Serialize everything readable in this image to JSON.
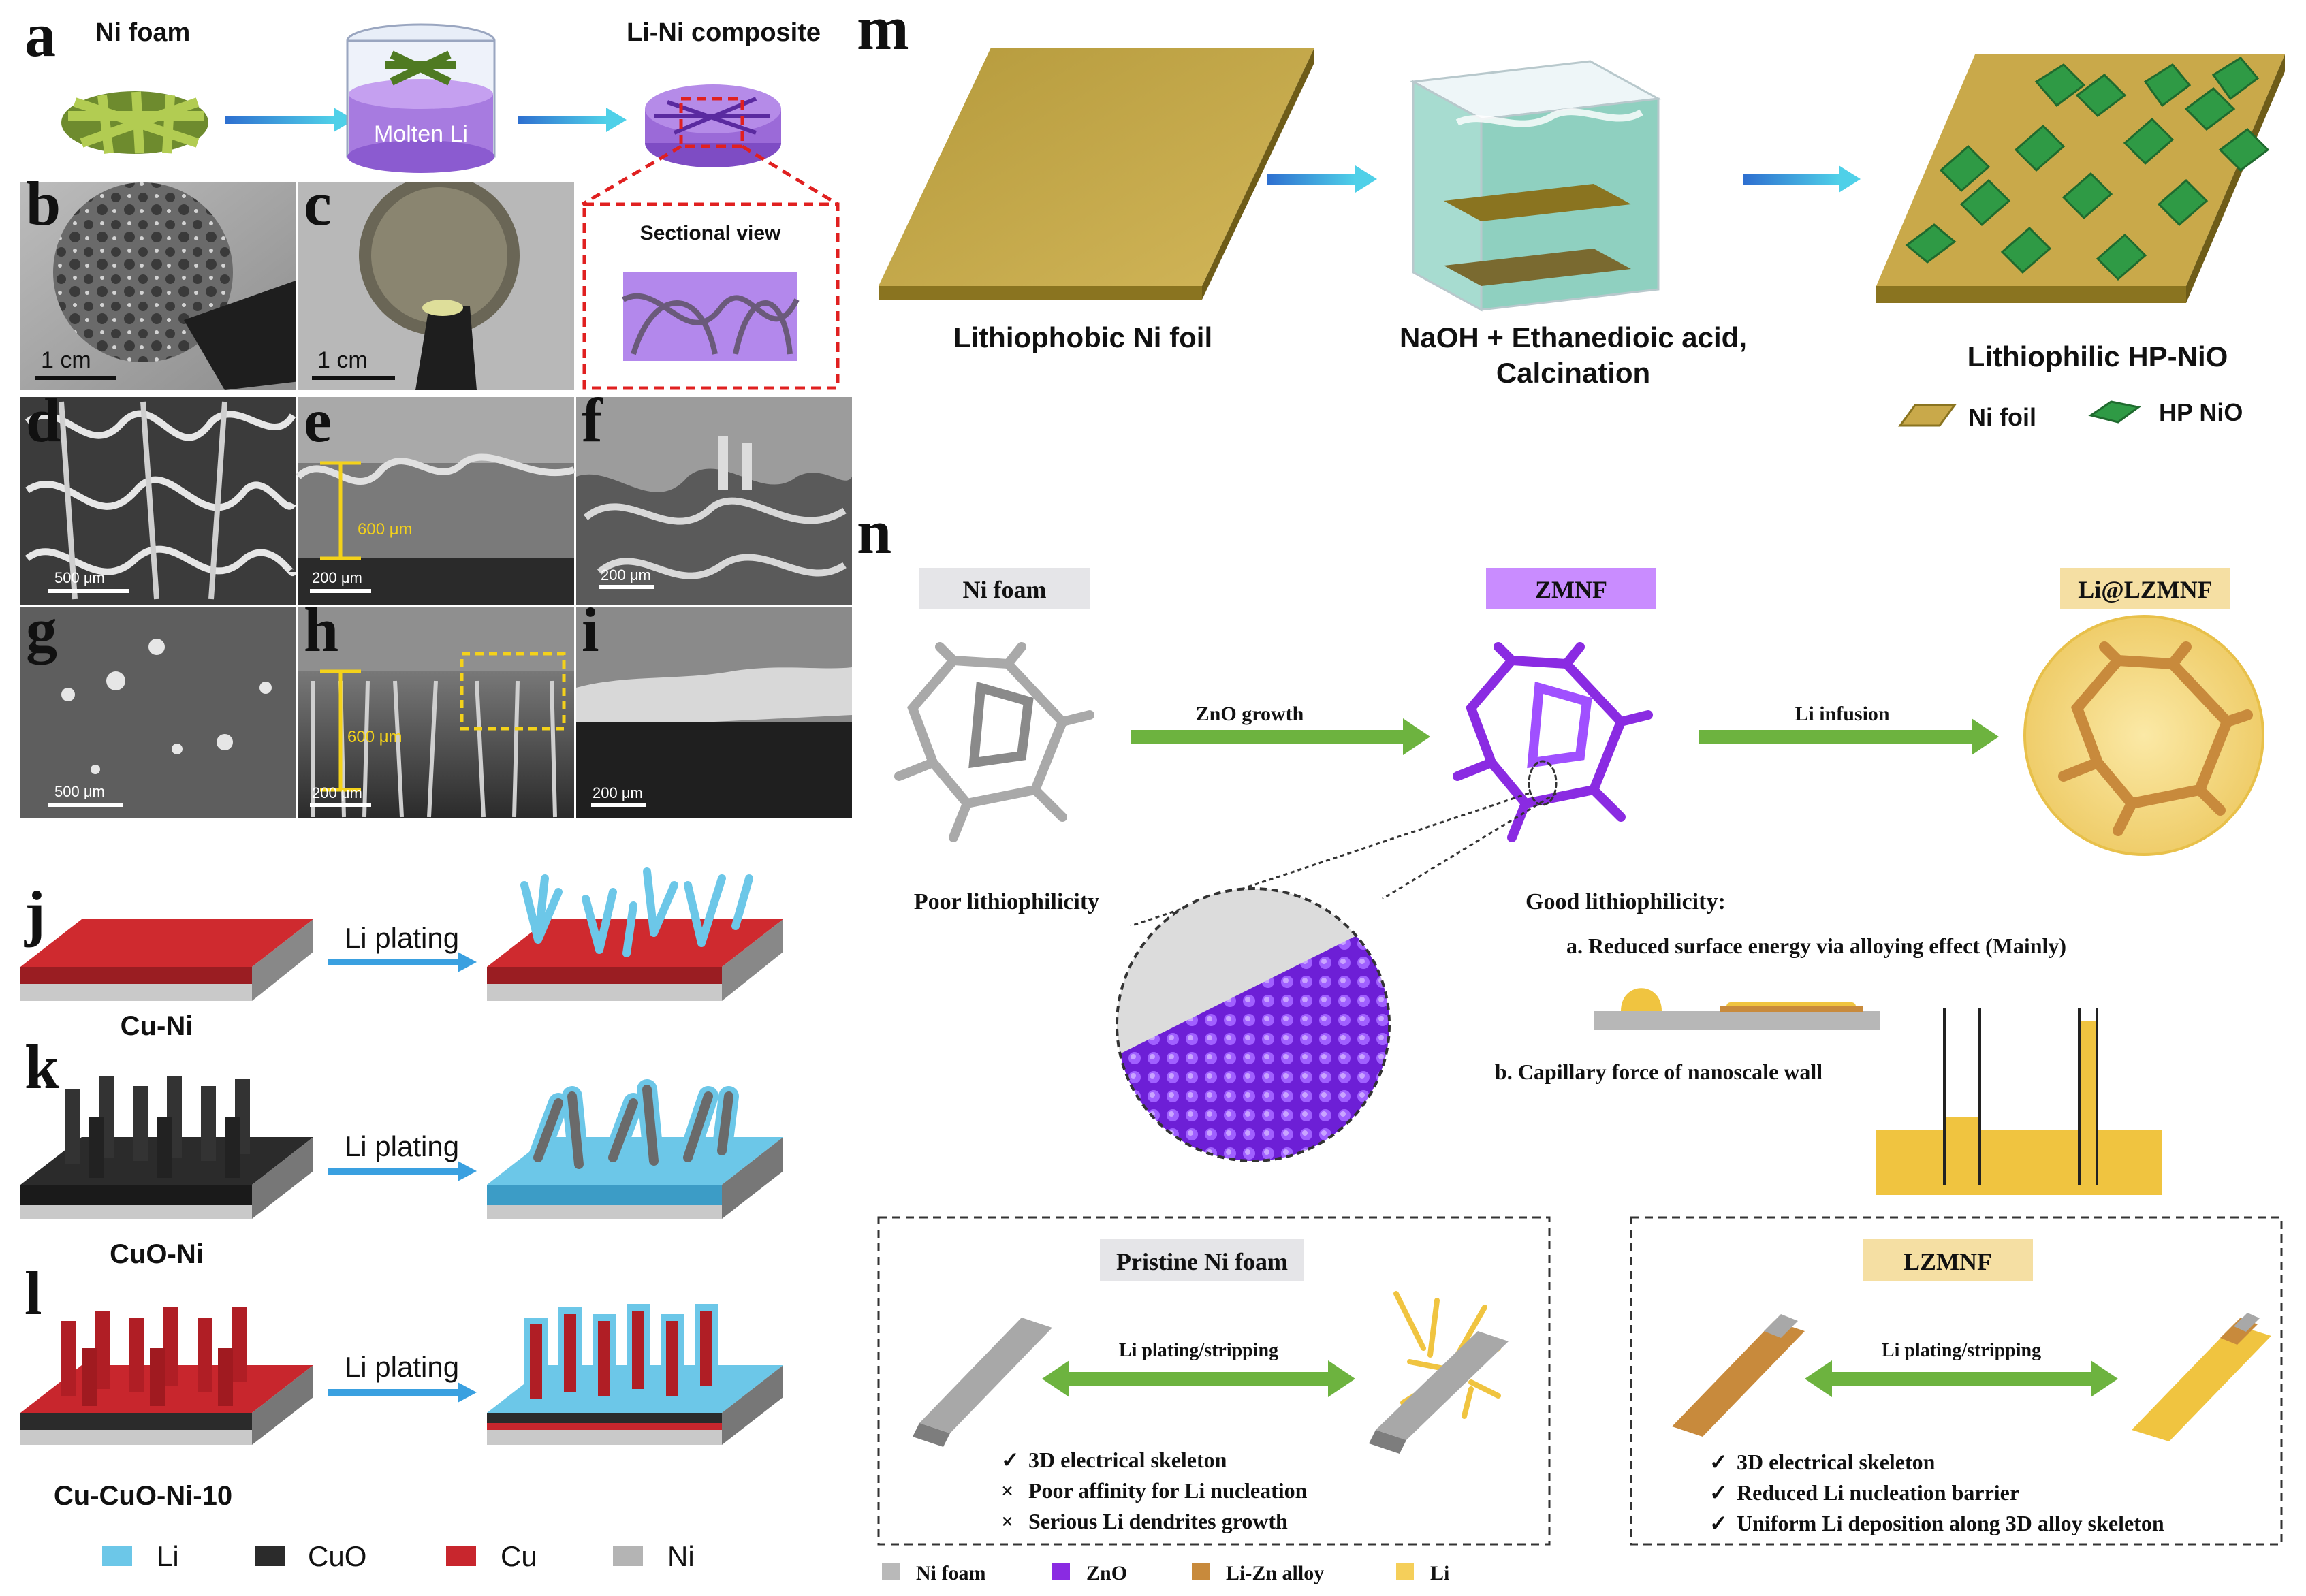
{
  "panels": {
    "a": "a",
    "b": "b",
    "c": "c",
    "d": "d",
    "e": "e",
    "f": "f",
    "g": "g",
    "h": "h",
    "i": "i",
    "j": "j",
    "k": "k",
    "l": "l",
    "m": "m",
    "n": "n"
  },
  "a_schematic": {
    "ni_foam": "Ni foam",
    "molten_li": "Molten Li",
    "composite": "Li-Ni  composite",
    "sectional_view": "Sectional view"
  },
  "photos": {
    "scale_b": "1 cm",
    "scale_c": "1 cm"
  },
  "sem": {
    "d_scale": "500 μm",
    "e_scale": "200 μm",
    "e_thickness": "600 μm",
    "f_scale": "200 μm",
    "g_scale": "500 μm",
    "h_scale": "200 μm",
    "h_thickness": "600 μm",
    "i_scale": "200 μm"
  },
  "jkl": {
    "plating": "Li plating",
    "j_label": "Cu-Ni",
    "k_label": "CuO-Ni",
    "l_label": "Cu-CuO-Ni-10",
    "legend": [
      {
        "label": "Li",
        "color": "#6cc7e8"
      },
      {
        "label": "CuO",
        "color": "#2b2b2b"
      },
      {
        "label": "Cu",
        "color": "#c8262d"
      },
      {
        "label": "Ni",
        "color": "#b4b4b4"
      }
    ]
  },
  "m_panel": {
    "step1": "Lithiophobic Ni foil",
    "step2_line1": "NaOH + Ethanedioic acid,",
    "step2_line2": "Calcination",
    "step3": "Lithiophilic HP-NiO",
    "legend_ni": "Ni foil",
    "legend_hp": "HP NiO",
    "ni_color": "#c9a94a",
    "hp_color": "#2f9a45"
  },
  "n_panel": {
    "ni_foam": "Ni foam",
    "zmnf": "ZMNF",
    "li_lzmnf": "Li@LZMNF",
    "zno_growth": "ZnO growth",
    "li_infusion": "Li infusion",
    "poor": "Poor lithiophilicity",
    "good": "Good lithiophilicity:",
    "reason_a": "a. Reduced surface energy via alloying effect (Mainly)",
    "reason_b": "b. Capillary force of nanoscale wall",
    "pristine_title": "Pristine Ni foam",
    "lzmnf_title": "LZMNF",
    "plating_stripping": "Li plating/stripping",
    "pristine_points": [
      {
        "mark": "✓",
        "text": "3D electrical skeleton",
        "color": "#111111"
      },
      {
        "mark": "×",
        "text": "Poor affinity for Li nucleation",
        "color": "#e02020"
      },
      {
        "mark": "×",
        "text": "Serious Li dendrites growth",
        "color": "#e02020"
      }
    ],
    "lzmnf_points": [
      {
        "mark": "✓",
        "text": "3D electrical skeleton",
        "color": "#111111"
      },
      {
        "mark": "✓",
        "text": "Reduced Li nucleation barrier",
        "color": "#3a9b3a"
      },
      {
        "mark": "✓",
        "text": "Uniform Li deposition along 3D alloy skeleton",
        "color": "#3a9b3a"
      }
    ],
    "legend": [
      {
        "label": "Ni foam",
        "color": "#b9b9b9"
      },
      {
        "label": "ZnO",
        "color": "#8a2be2"
      },
      {
        "label": "Li-Zn alloy",
        "color": "#c88a3c"
      },
      {
        "label": "Li",
        "color": "#f5cf5a"
      }
    ]
  }
}
